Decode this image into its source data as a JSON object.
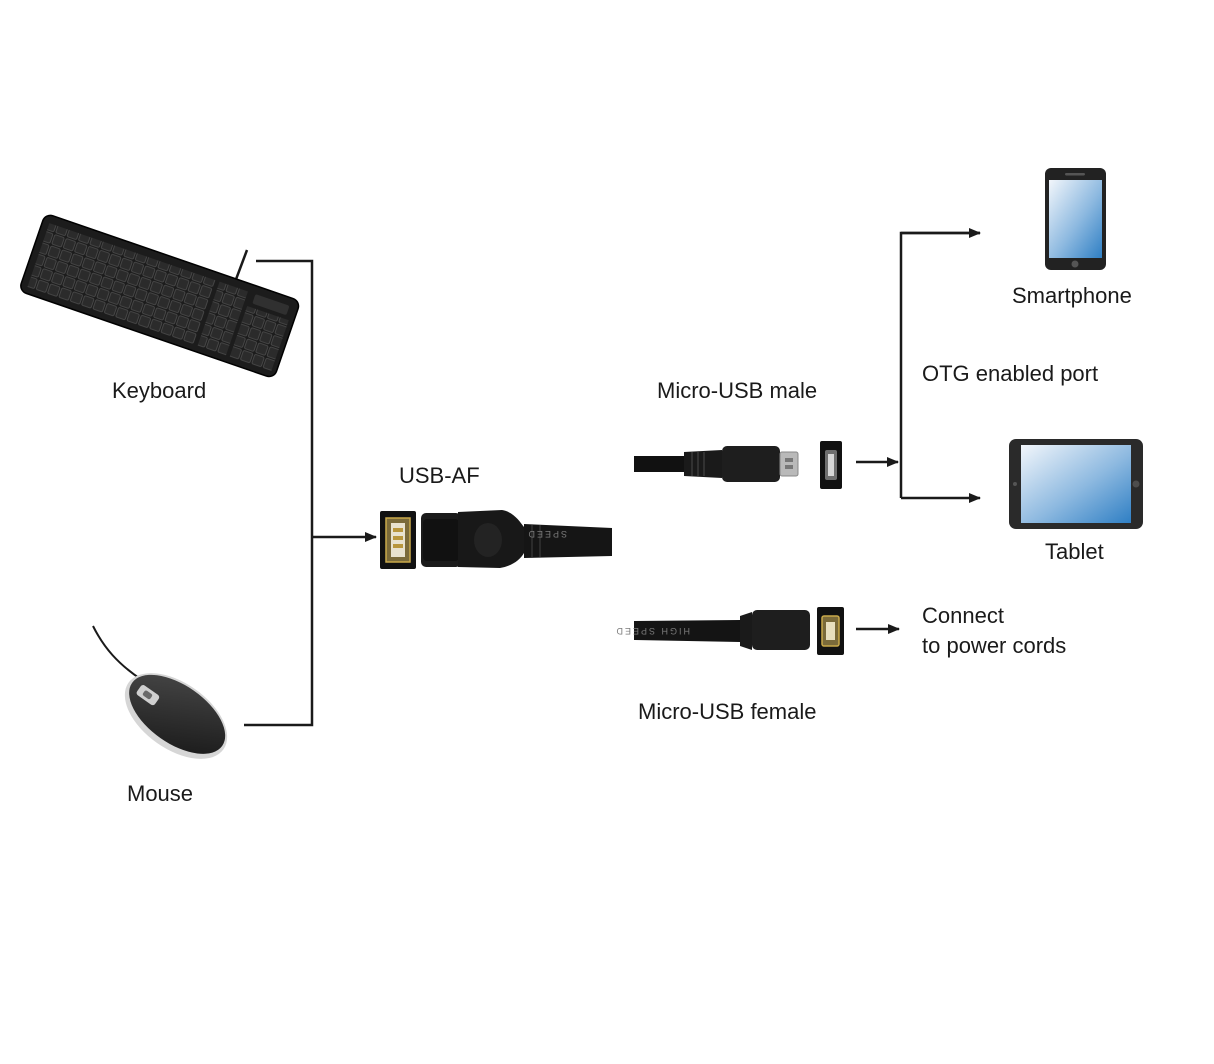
{
  "labels": {
    "keyboard": "Keyboard",
    "mouse": "Mouse",
    "usb_af": "USB-AF",
    "micro_usb_male": "Micro-USB male",
    "micro_usb_female": "Micro-USB female",
    "otg_port": "OTG enabled port",
    "smartphone": "Smartphone",
    "tablet": "Tablet",
    "connect_line1": "Connect",
    "connect_line2": "to power cords"
  },
  "cable_print": {
    "usb_af_cable": "SPEED",
    "micro_female_cable": "HIGH SPEED"
  },
  "colors": {
    "line": "#1a1a1a",
    "device_dark": "#222222",
    "screen_top": "#f2f6fb",
    "screen_bottom": "#2f7fc4",
    "connector_gold": "#b8963d"
  },
  "icons": [
    "keyboard-icon",
    "mouse-icon",
    "usb-af-connector-icon",
    "micro-usb-male-icon",
    "micro-usb-female-icon",
    "smartphone-icon",
    "tablet-icon"
  ]
}
